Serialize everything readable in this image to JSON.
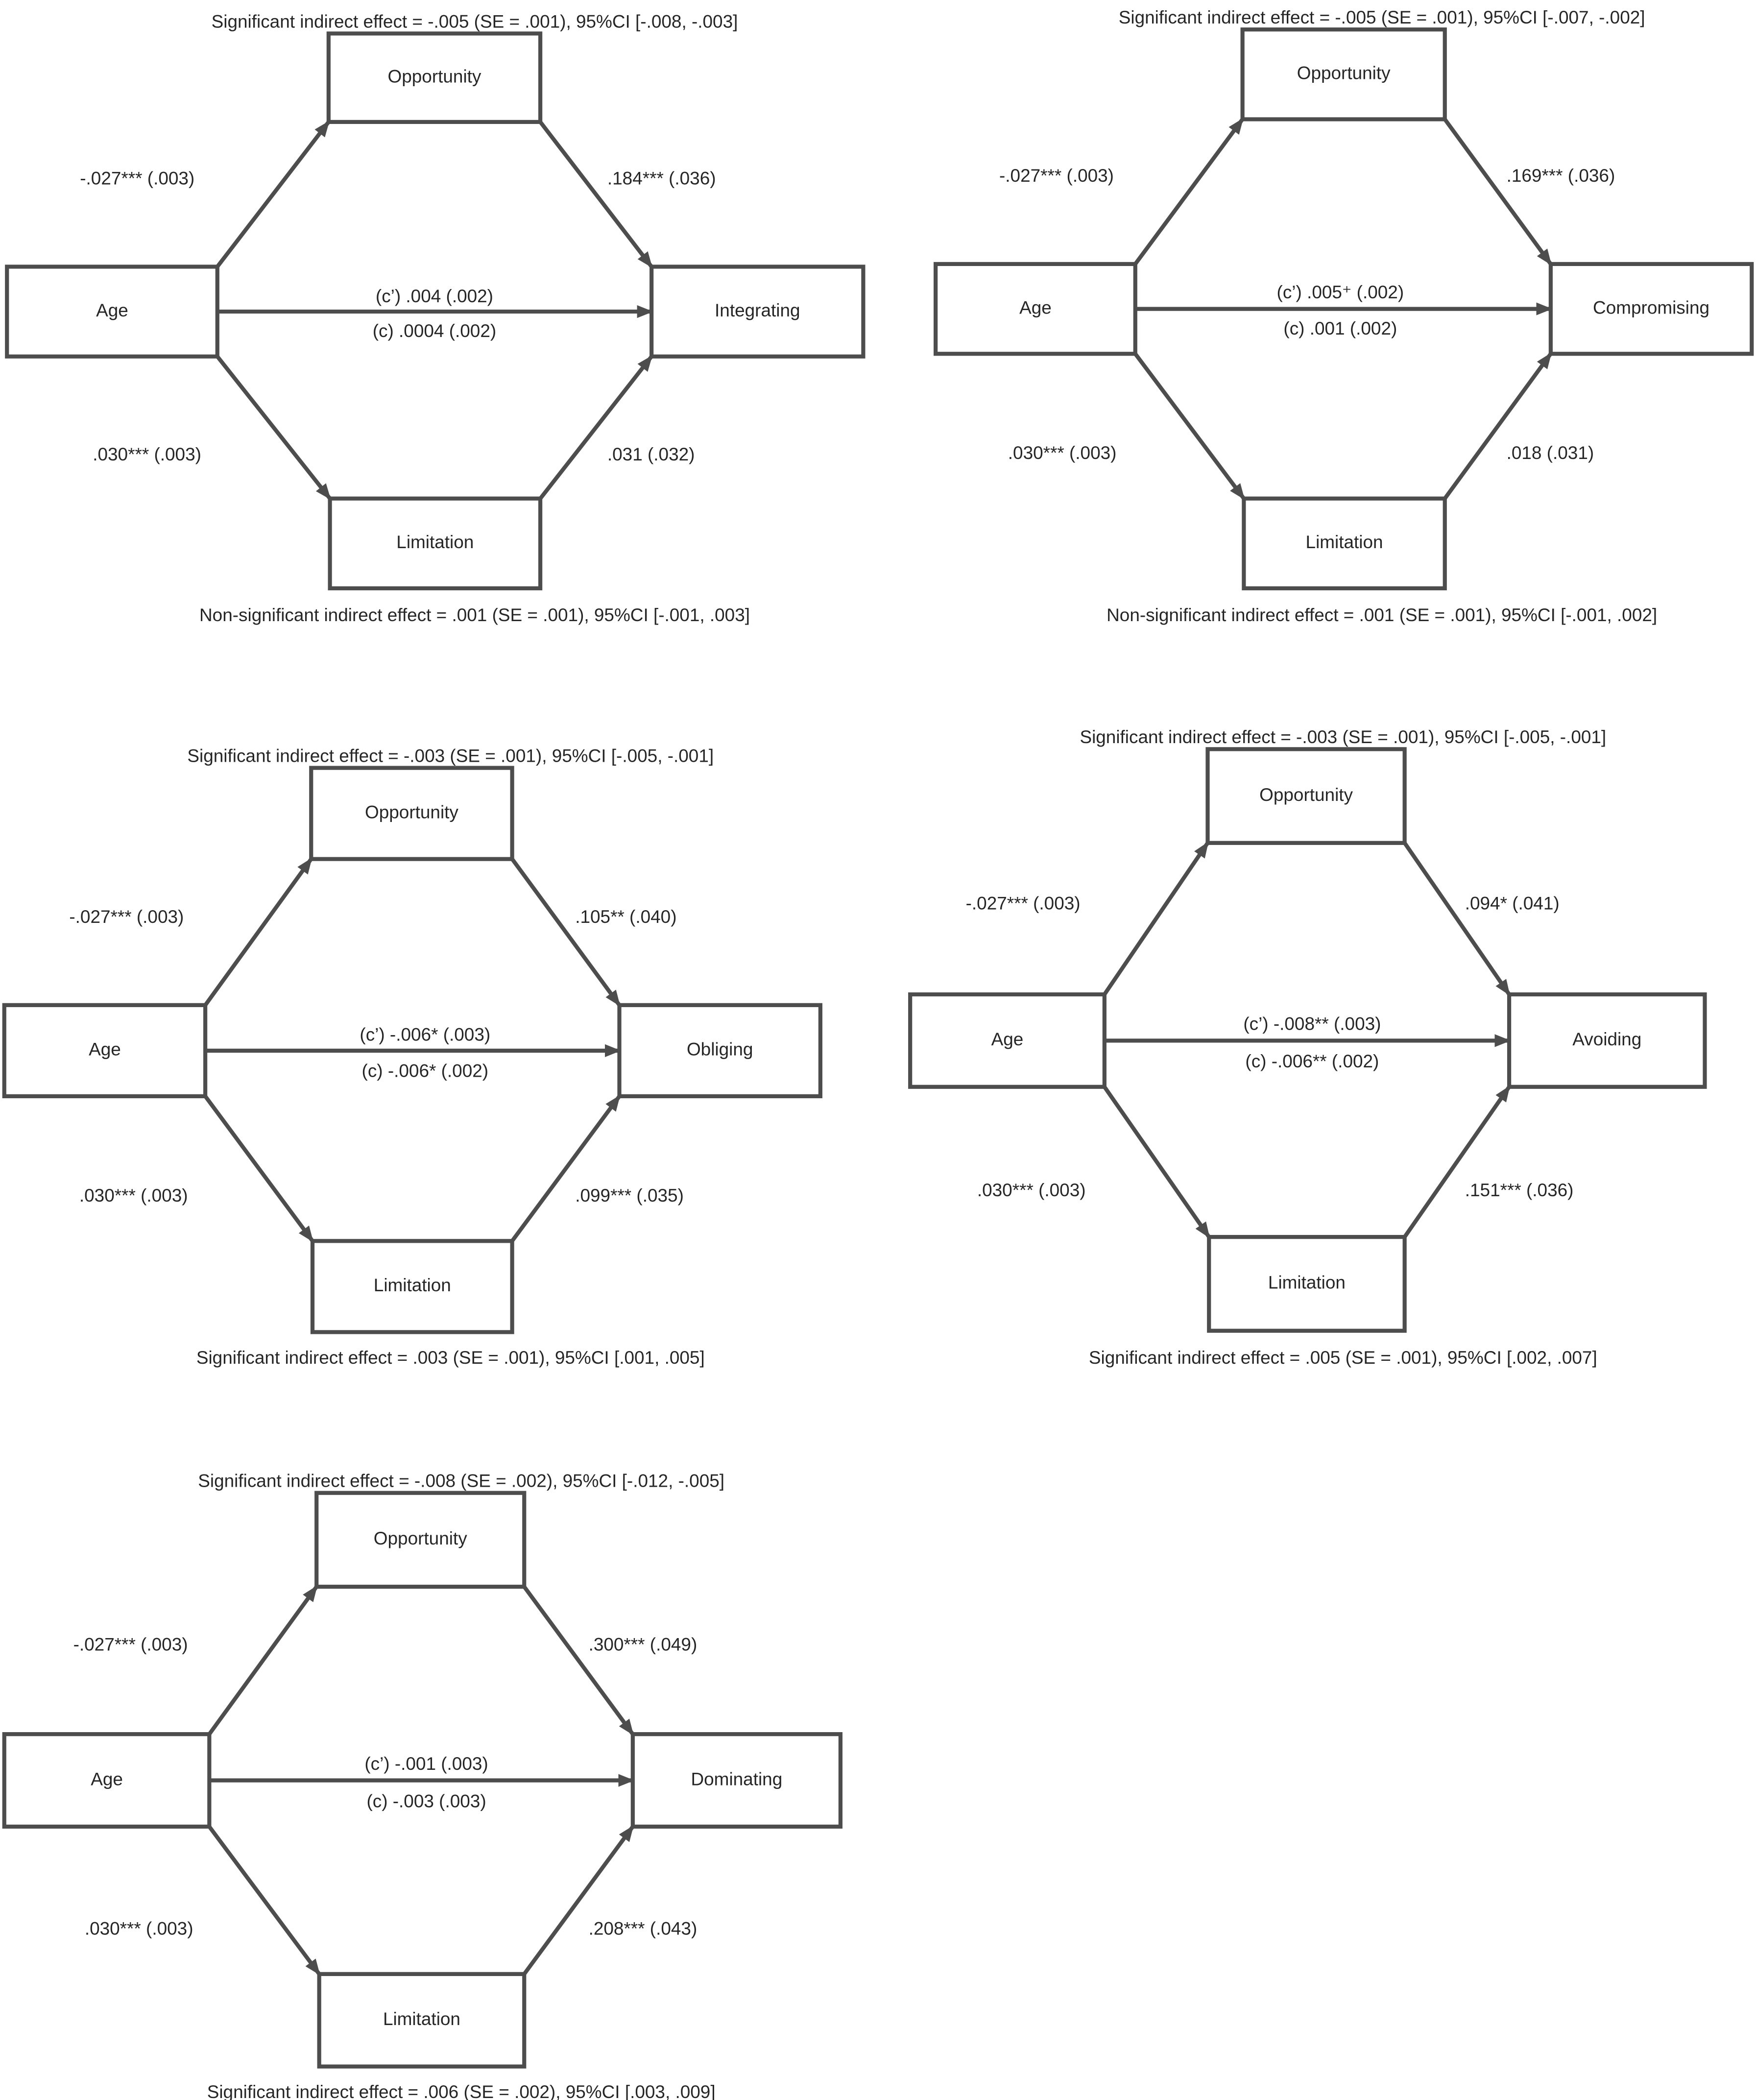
{
  "panels": [
    {
      "predictor": "Age",
      "mediator_top": "Opportunity",
      "mediator_bottom": "Limitation",
      "outcome": "Integrating",
      "top_note": "Significant indirect effect = -.005 (SE = .001), 95%CI [-.008, -.003]",
      "bottom_note": "Non-significant indirect effect = .001 (SE = .001), 95%CI [-.001, .003]",
      "a1": "-.027*** (.003)",
      "b1": ".184*** (.036)",
      "a2": ".030*** (.003)",
      "b2": ".031 (.032)",
      "c_prime": "(c’) .004 (.002)",
      "c": "(c) .0004 (.002)"
    },
    {
      "predictor": "Age",
      "mediator_top": "Opportunity",
      "mediator_bottom": "Limitation",
      "outcome": "Compromising",
      "top_note": "Significant indirect effect = -.005 (SE = .001), 95%CI [-.007, -.002]",
      "bottom_note": "Non-significant indirect effect = .001 (SE = .001), 95%CI [-.001, .002]",
      "a1": "-.027*** (.003)",
      "b1": ".169*** (.036)",
      "a2": ".030*** (.003)",
      "b2": ".018 (.031)",
      "c_prime": "(c’) .005⁺ (.002)",
      "c": "(c) .001 (.002)"
    },
    {
      "predictor": "Age",
      "mediator_top": "Opportunity",
      "mediator_bottom": "Limitation",
      "outcome": "Obliging",
      "top_note": "Significant indirect effect = -.003 (SE = .001), 95%CI [-.005, -.001]",
      "bottom_note": "Significant indirect effect = .003 (SE = .001), 95%CI [.001, .005]",
      "a1": "-.027*** (.003)",
      "b1": ".105** (.040)",
      "a2": ".030*** (.003)",
      "b2": ".099*** (.035)",
      "c_prime": "(c’) -.006* (.003)",
      "c": "(c) -.006* (.002)"
    },
    {
      "predictor": "Age",
      "mediator_top": "Opportunity",
      "mediator_bottom": "Limitation",
      "outcome": "Avoiding",
      "top_note": "Significant indirect effect = -.003 (SE = .001), 95%CI [-.005, -.001]",
      "bottom_note": "Significant indirect effect = .005 (SE = .001), 95%CI [.002, .007]",
      "a1": "-.027*** (.003)",
      "b1": ".094* (.041)",
      "a2": ".030*** (.003)",
      "b2": ".151*** (.036)",
      "c_prime": "(c’) -.008** (.003)",
      "c": "(c) -.006** (.002)"
    },
    {
      "predictor": "Age",
      "mediator_top": "Opportunity",
      "mediator_bottom": "Limitation",
      "outcome": "Dominating",
      "top_note": "Significant indirect effect = -.008 (SE = .002), 95%CI [-.012, -.005]",
      "bottom_note": "Significant indirect effect = .006 (SE = .002), 95%CI [.003, .009]",
      "a1": "-.027*** (.003)",
      "b1": ".300*** (.049)",
      "a2": ".030*** (.003)",
      "b2": ".208*** (.043)",
      "c_prime": "(c’) -.001 (.003)",
      "c": "(c) -.003 (.003)"
    }
  ]
}
